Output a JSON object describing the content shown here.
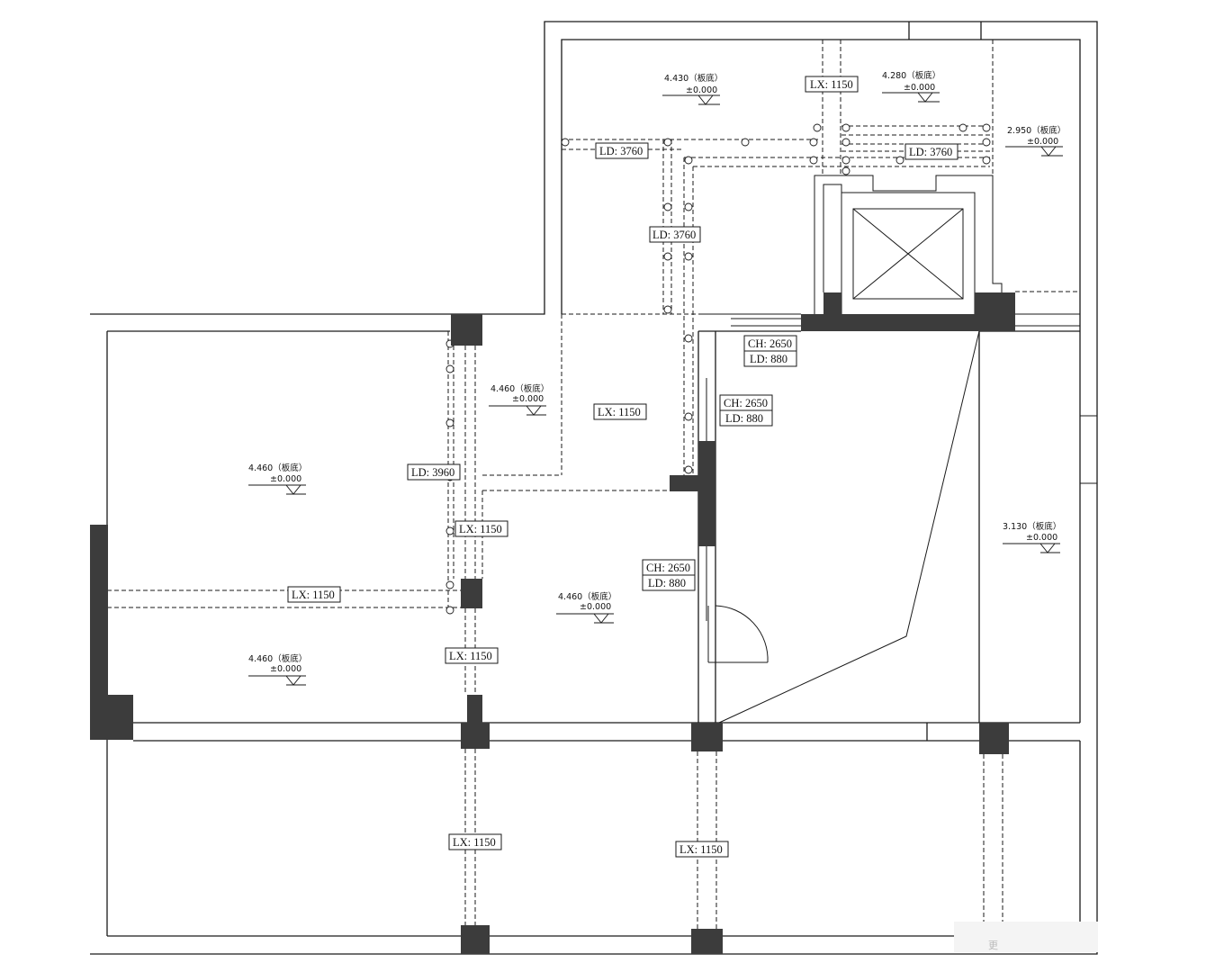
{
  "labels": {
    "lx1": "LX: 1150",
    "lx2": "LX: 1150",
    "lx3": "LX: 1150",
    "lx4": "LX: 1150",
    "lx5": "LX: 1150",
    "lx6": "LX: 1150",
    "lx7": "LX: 1150",
    "ld1": "LD: 3760",
    "ld2": "LD: 3760",
    "ld3": "LD: 3760",
    "ld4": "LD: 3960",
    "ch1": "CH: 2650",
    "ld5": "LD: 880",
    "ch2": "CH: 2650",
    "ld6": "LD: 880",
    "ch3": "CH: 2650",
    "ld7": "LD: 880"
  },
  "levels": [
    {
      "top": "4.430（板底）",
      "bottom": "±0.000"
    },
    {
      "top": "4.280（板底）",
      "bottom": "±0.000"
    },
    {
      "top": "2.950（板底）",
      "bottom": "±0.000"
    },
    {
      "top": "4.460（板底）",
      "bottom": "±0.000"
    },
    {
      "top": "4.460（板底）",
      "bottom": "±0.000"
    },
    {
      "top": "4.460（板底）",
      "bottom": "±0.000"
    },
    {
      "top": "4.460（板底）",
      "bottom": "±0.000"
    },
    {
      "top": "3.130（板底）",
      "bottom": "±0.000"
    }
  ],
  "watermark": "更"
}
